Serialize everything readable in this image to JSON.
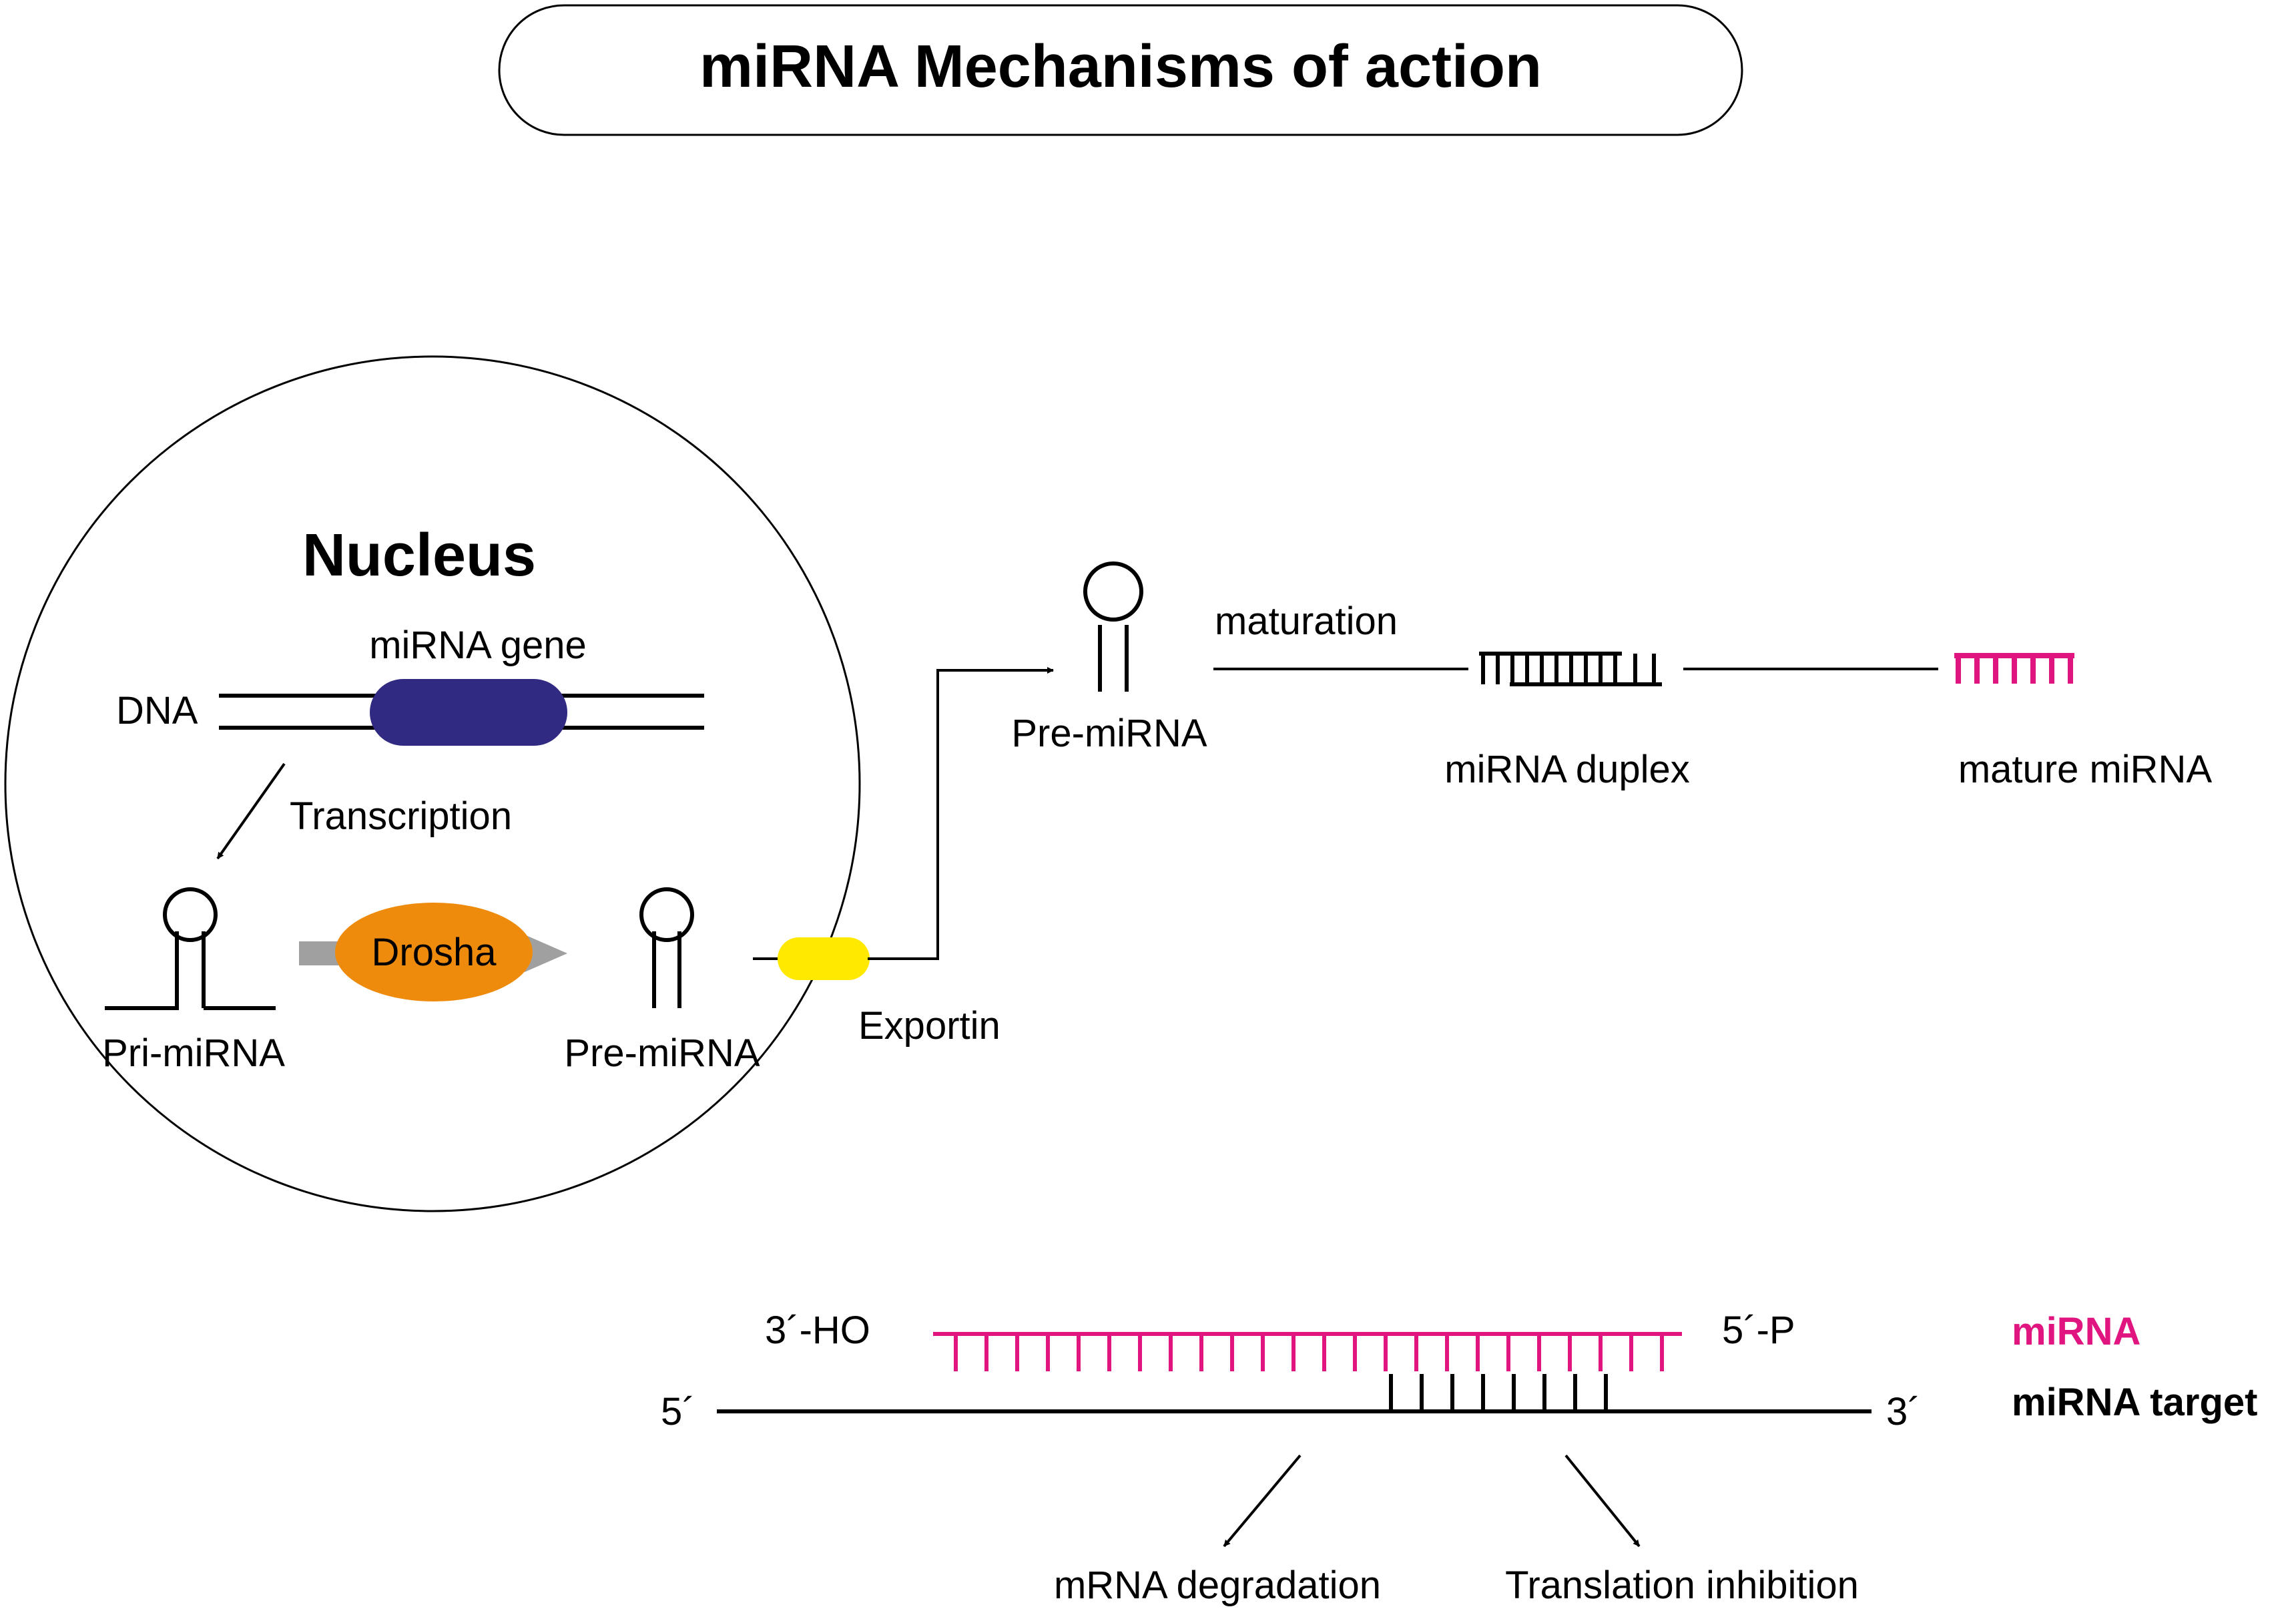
{
  "title": "miRNA Mechanisms of action",
  "nucleus": {
    "label": "Nucleus",
    "gene_label": "miRNA gene",
    "dna_label": "DNA",
    "transcription_label": "Transcription",
    "pri_mirna_label": "Pri-miRNA",
    "drosha_label": "Drosha",
    "pre_mirna_label": "Pre-miRNA"
  },
  "exportin_label": "Exportin",
  "cytoplasm": {
    "pre_mirna_label": "Pre-miRNA",
    "maturation_label": "maturation",
    "duplex_label": "miRNA duplex",
    "mature_label": "mature miRNA"
  },
  "binding": {
    "mirna_3_end": "3´-HO",
    "mirna_5_end": "5´-P",
    "target_5_end": "5´",
    "target_3_end": "3´",
    "legend_mirna": "miRNA",
    "legend_target": "miRNA target"
  },
  "outcomes": {
    "degradation": "mRNA degradation",
    "inhibition": "Translation inhibition"
  },
  "colors": {
    "mirna": "#e0157f",
    "gene": "#302a82",
    "drosha": "#ef8b0c",
    "exportin": "#ffe900",
    "drosha_arrow": "#a0a0a0",
    "line": "#000000"
  }
}
